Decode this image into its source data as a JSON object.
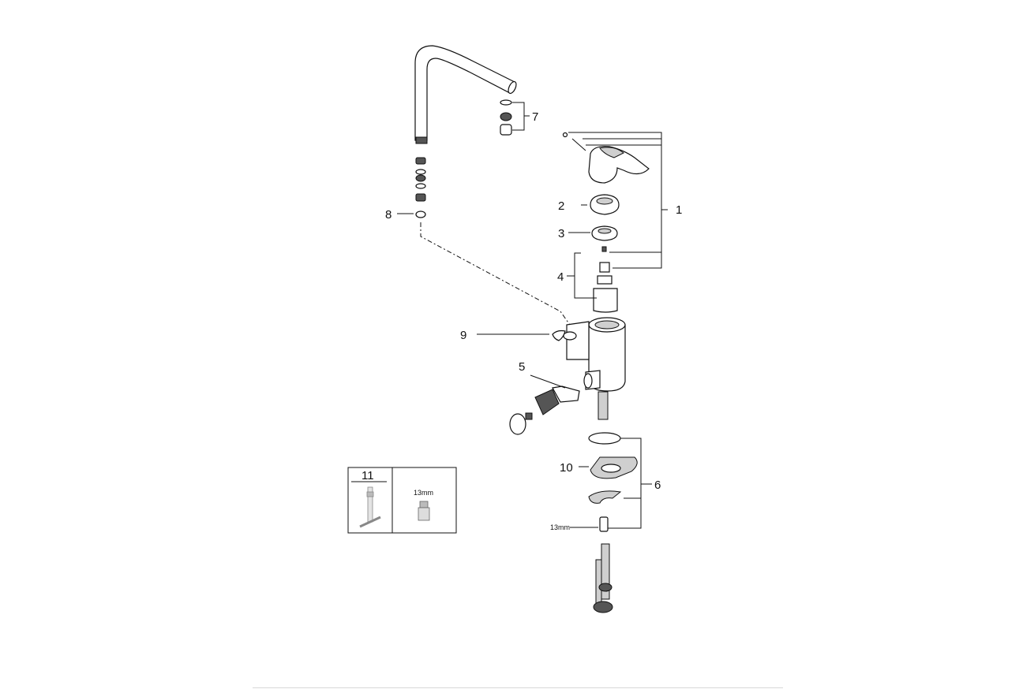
{
  "parts": {
    "p1": "1",
    "p2": "2",
    "p3": "3",
    "p4": "4",
    "p5": "5",
    "p6": "6",
    "p7": "7",
    "p8": "8",
    "p9": "9",
    "p10": "10",
    "p11": "11"
  },
  "dimensions": {
    "wrench_size": "13mm",
    "nut_size": "13mm"
  }
}
